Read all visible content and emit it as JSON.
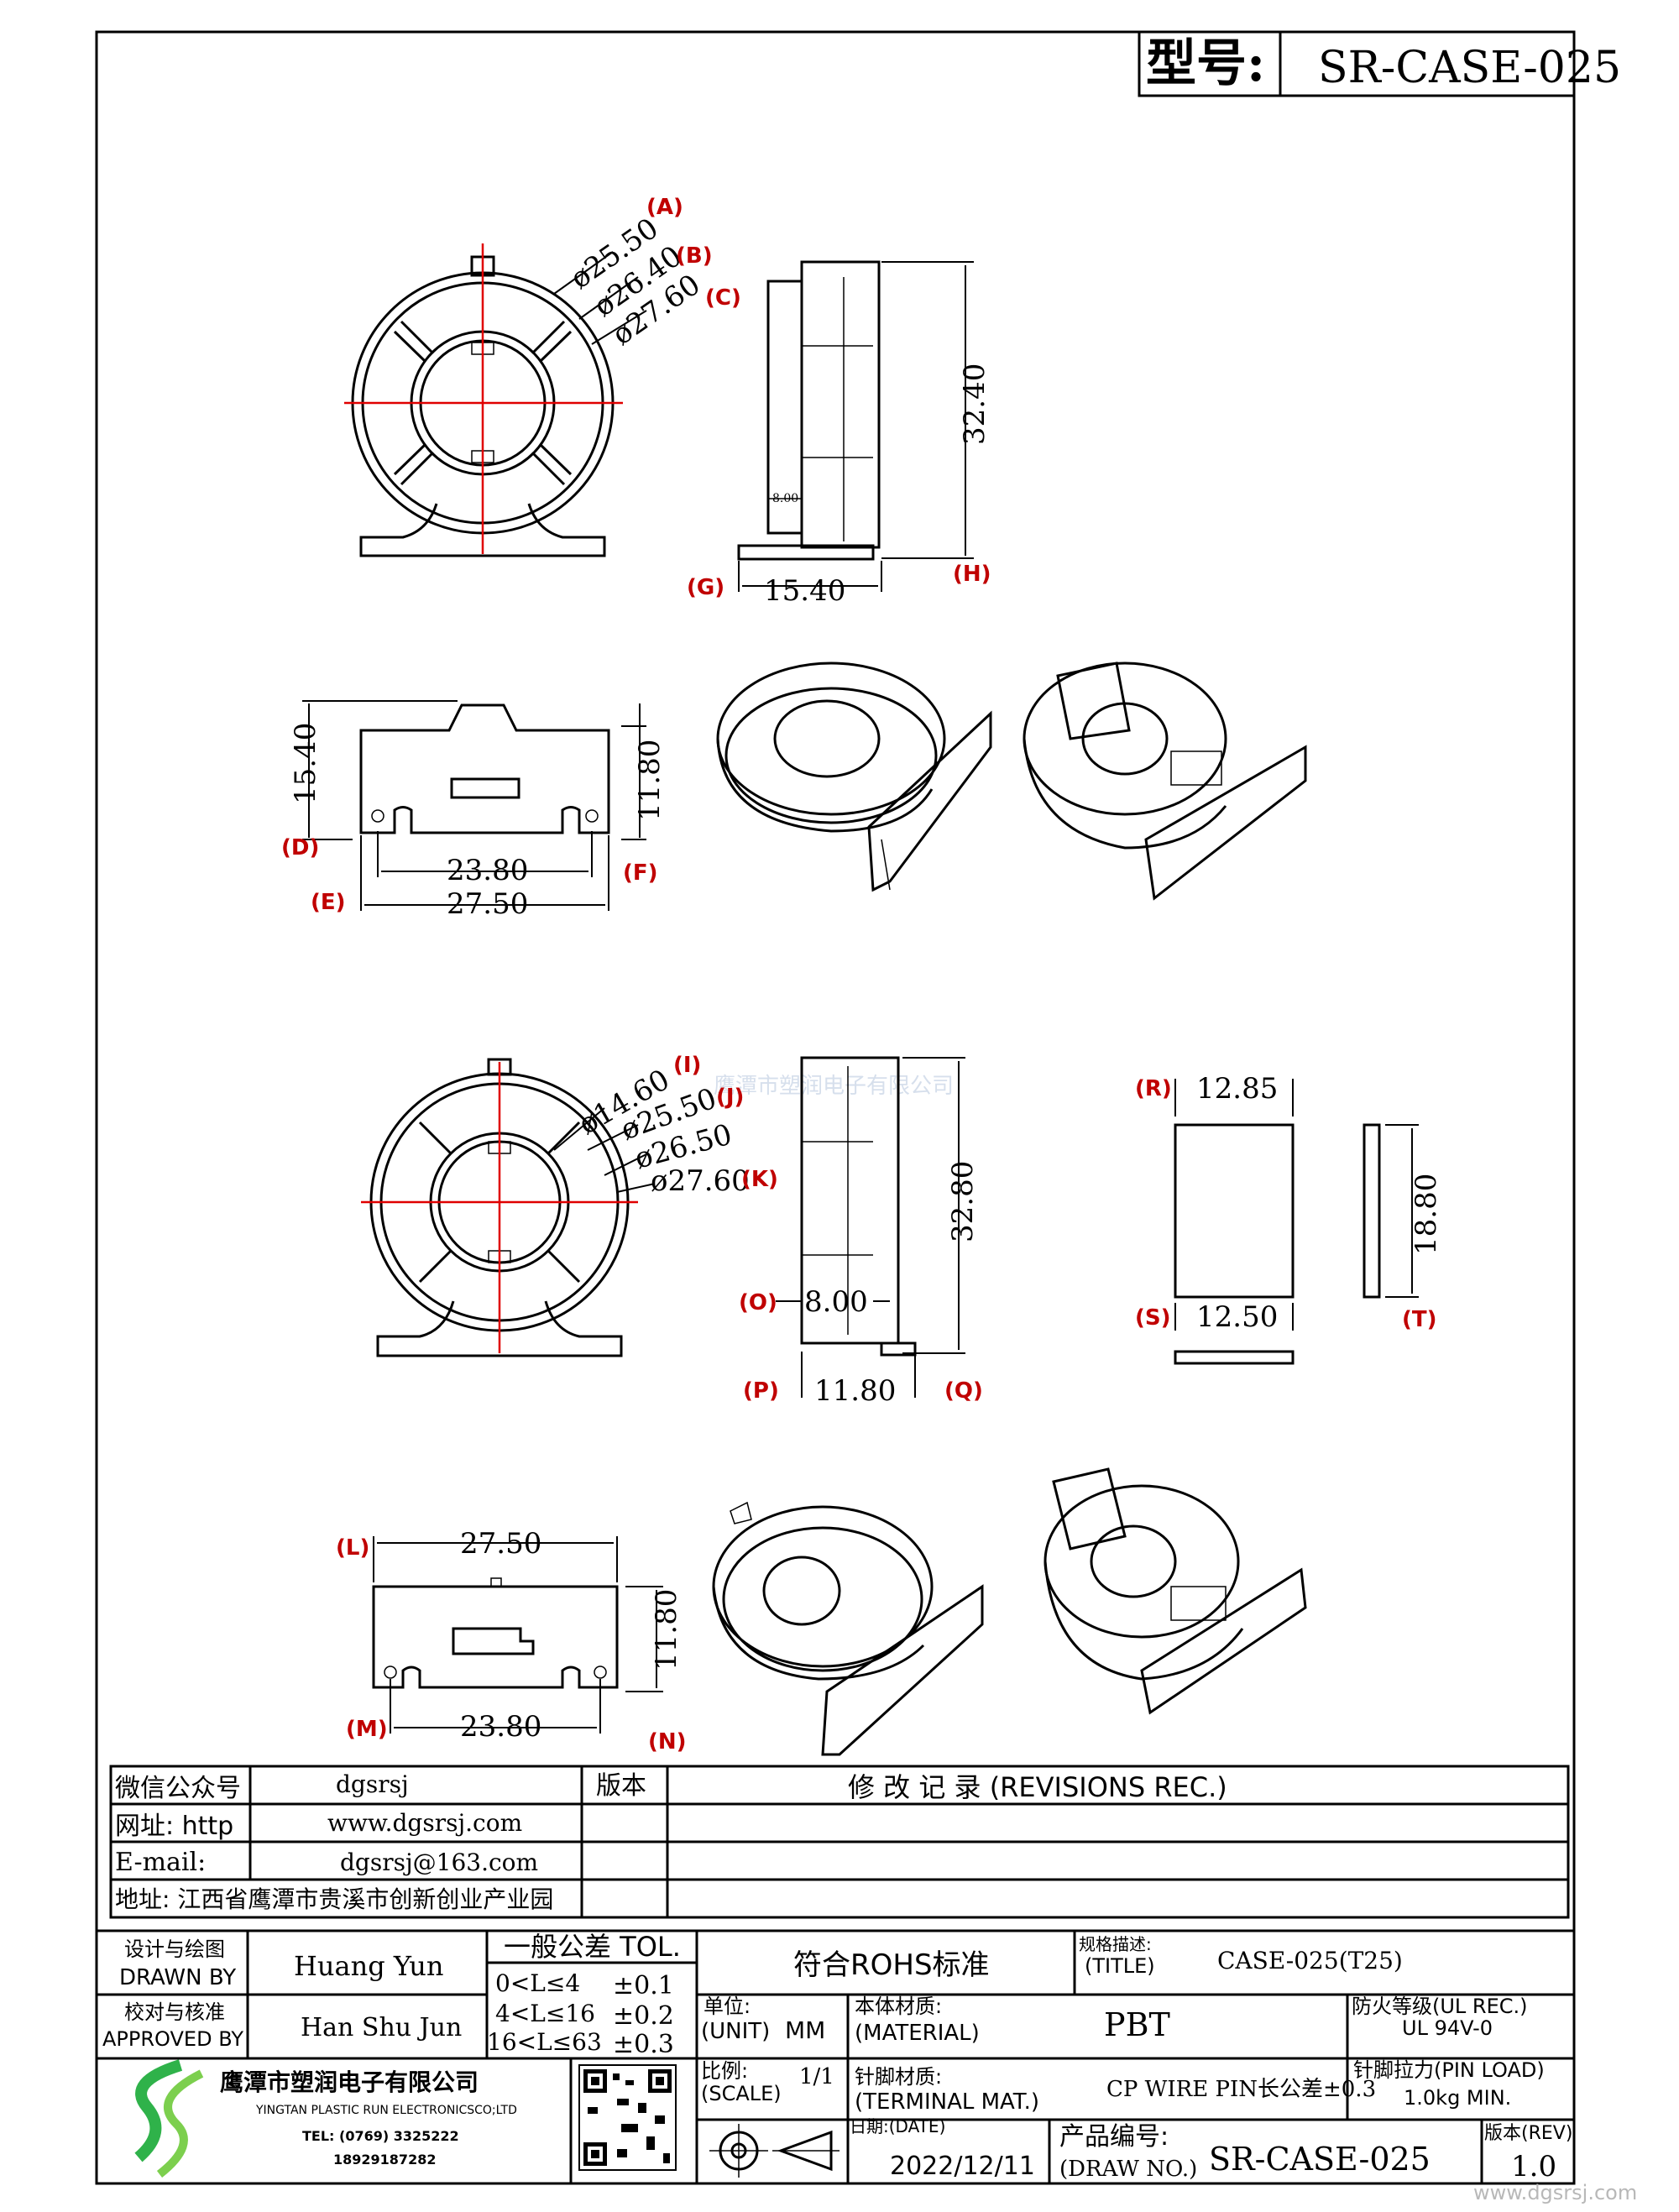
{
  "header": {
    "model_label": "型号:",
    "model_value": "SR-CASE-025"
  },
  "dims_top": {
    "d1": "ø25.50",
    "d2": "ø26.40",
    "d3": "ø27.60",
    "height": "32.40",
    "side_inner": "8.00",
    "side_width": "15.40",
    "front_height": "15.40",
    "front_pin": "11.80",
    "front_pitch": "23.80",
    "front_width": "27.50"
  },
  "dims_bottom": {
    "d0": "ø14.60",
    "d1": "ø25.50",
    "d2": "ø26.50",
    "d3": "ø27.60",
    "height": "32.80",
    "inner": "8.00",
    "width": "11.80",
    "r_top": "12.85",
    "r_bottom": "12.50",
    "r_height": "18.80",
    "front_width": "27.50",
    "front_pin": "11.80",
    "front_pitch": "23.80"
  },
  "markers": [
    "A",
    "B",
    "C",
    "D",
    "E",
    "F",
    "G",
    "H",
    "I",
    "J",
    "K",
    "L",
    "M",
    "N",
    "O",
    "P",
    "Q",
    "R",
    "S",
    "T"
  ],
  "watermark": "鹰潭市塑润电子有限公司",
  "contact": {
    "wechat_label": "微信公众号",
    "wechat": "dgsrsj",
    "web_label": "网址: http",
    "web": "www.dgsrsj.com",
    "email_label": "E-mail:",
    "email": "dgsrsj@163.com",
    "address": "地址: 江西省鹰潭市贵溪市创新创业产业园"
  },
  "revisions": {
    "version_label": "版本",
    "title": "修 改 记 录  (REVISIONS REC.)"
  },
  "title_block": {
    "drawn_label_cn": "设计与绘图",
    "drawn_label_en": "DRAWN BY",
    "drawn_by": "Huang  Yun",
    "approved_label_cn": "校对与核准",
    "approved_label_en": "APPROVED BY",
    "approved_by": "Han Shu Jun",
    "tol_title": "一般公差  TOL.",
    "tol_rows": [
      {
        "range": "0<L≤4",
        "tol": "±0.1"
      },
      {
        "range": "4<L≤16",
        "tol": "±0.2"
      },
      {
        "range": "16<L≤63",
        "tol": "±0.3"
      }
    ],
    "rohs": "符合ROHS标准",
    "title_label_cn": "规格描述:",
    "title_label_en": "(TITLE)",
    "title_value": "CASE-025(T25)",
    "unit_label_cn": "单位:",
    "unit_label_en": "(UNIT)",
    "unit_value": "MM",
    "material_label_cn": "本体材质:",
    "material_label_en": "(MATERIAL)",
    "material_value": "PBT",
    "ul_label": "防火等级(UL REC.)",
    "ul_value": "UL 94V-0",
    "scale_label_cn": "比例:",
    "scale_label_en": "(SCALE)",
    "scale_value": "1/1",
    "terminal_label_cn": "针脚材质:",
    "terminal_label_en": "(TERMINAL MAT.)",
    "terminal_value": "CP WIRE  PIN长公差±0.3",
    "pinload_label": "针脚拉力(PIN LOAD)",
    "pinload_value": "1.0kg MIN.",
    "date_label": "日期:(DATE)",
    "date_value": "2022/12/11",
    "drawno_label_cn": "产品编号:",
    "drawno_label_en": "(DRAW NO.)",
    "drawno_value": "SR-CASE-025",
    "rev_label": "版本(REV)",
    "rev_value": "1.0"
  },
  "company": {
    "name_cn": "鹰潭市塑润电子有限公司",
    "name_en": "YINGTAN PLASTIC RUN ELECTRONICSCO;LTD",
    "tel": "TEL: (0769) 3325222",
    "mobile": "18929187282"
  },
  "footer_watermark": "www.dgsrsj.com"
}
